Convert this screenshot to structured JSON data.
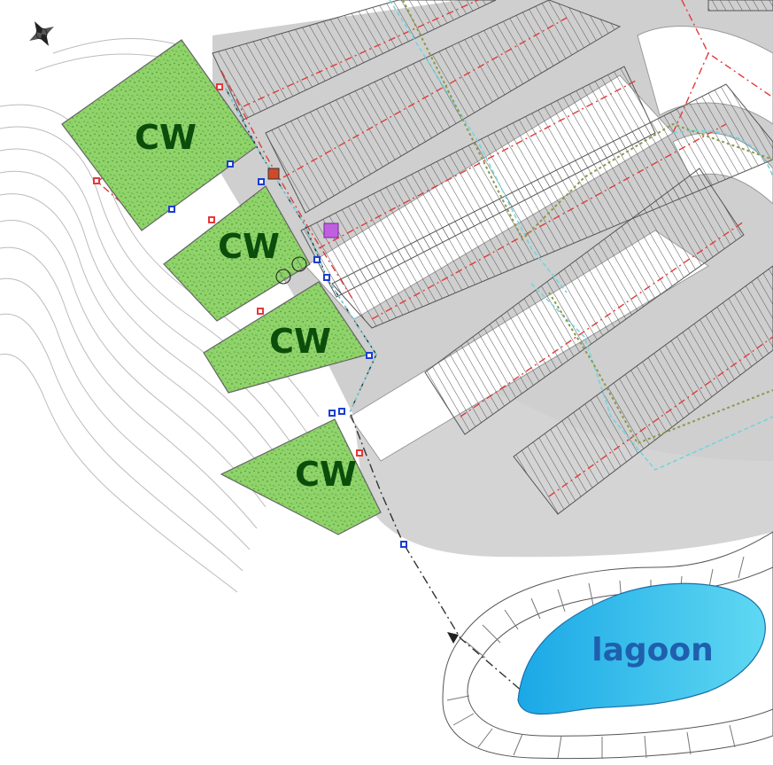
{
  "plan": {
    "wetlands": [
      {
        "label": "CW"
      },
      {
        "label": "CW"
      },
      {
        "label": "CW"
      },
      {
        "label": "CW"
      }
    ],
    "lagoon": {
      "label": "lagoon"
    },
    "compass": {
      "icon": "north-arrow-icon"
    }
  },
  "colors": {
    "wetland_fill": "#8fd36a",
    "wetland_text": "#0b4d0b",
    "lagoon_fill": "#33bfee",
    "lagoon_text": "#1f5fae",
    "paved_area": "#cfcfcf",
    "pipeline_red": "#e23a3a",
    "pipeline_cyan": "#6fd4e0",
    "pipeline_green": "#8a9a4a",
    "outlet_marker_blue": "#1a3fd0"
  }
}
